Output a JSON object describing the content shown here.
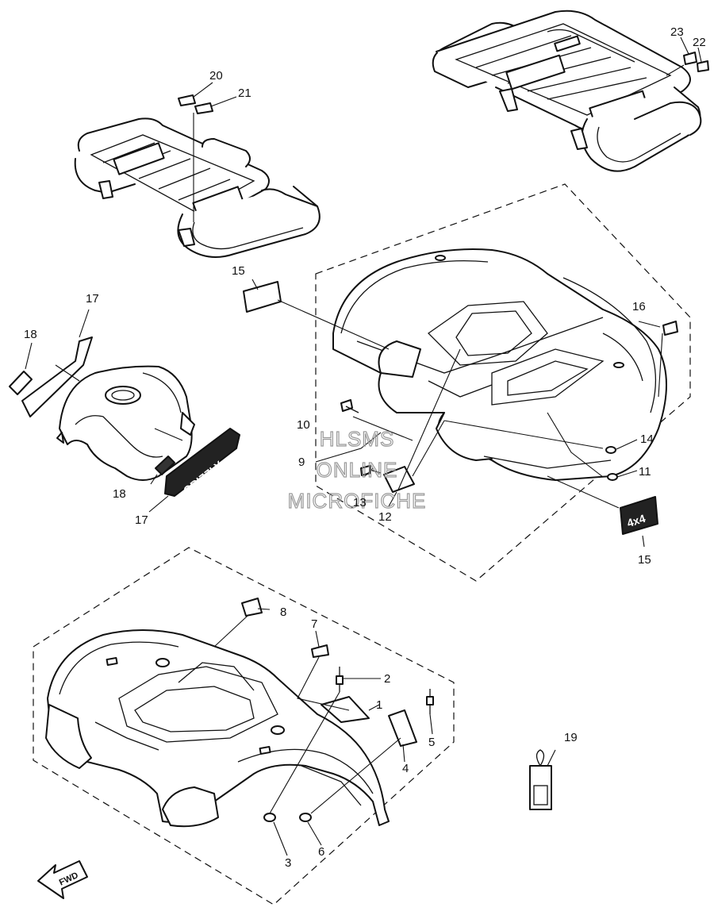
{
  "diagram": {
    "callouts": [
      "1",
      "2",
      "3",
      "4",
      "5",
      "6",
      "7",
      "8",
      "9",
      "10",
      "11",
      "12",
      "13",
      "14",
      "15",
      "15",
      "16",
      "17",
      "17",
      "18",
      "18",
      "19",
      "20",
      "21",
      "22",
      "23"
    ],
    "watermark": [
      "HLSMS",
      "ONLINE",
      "MICROFICHE"
    ],
    "forward_arrow_label": "FWD",
    "decal_texts": {
      "tank_side": "GRIZZLY",
      "rear_badge": "4x4"
    }
  }
}
